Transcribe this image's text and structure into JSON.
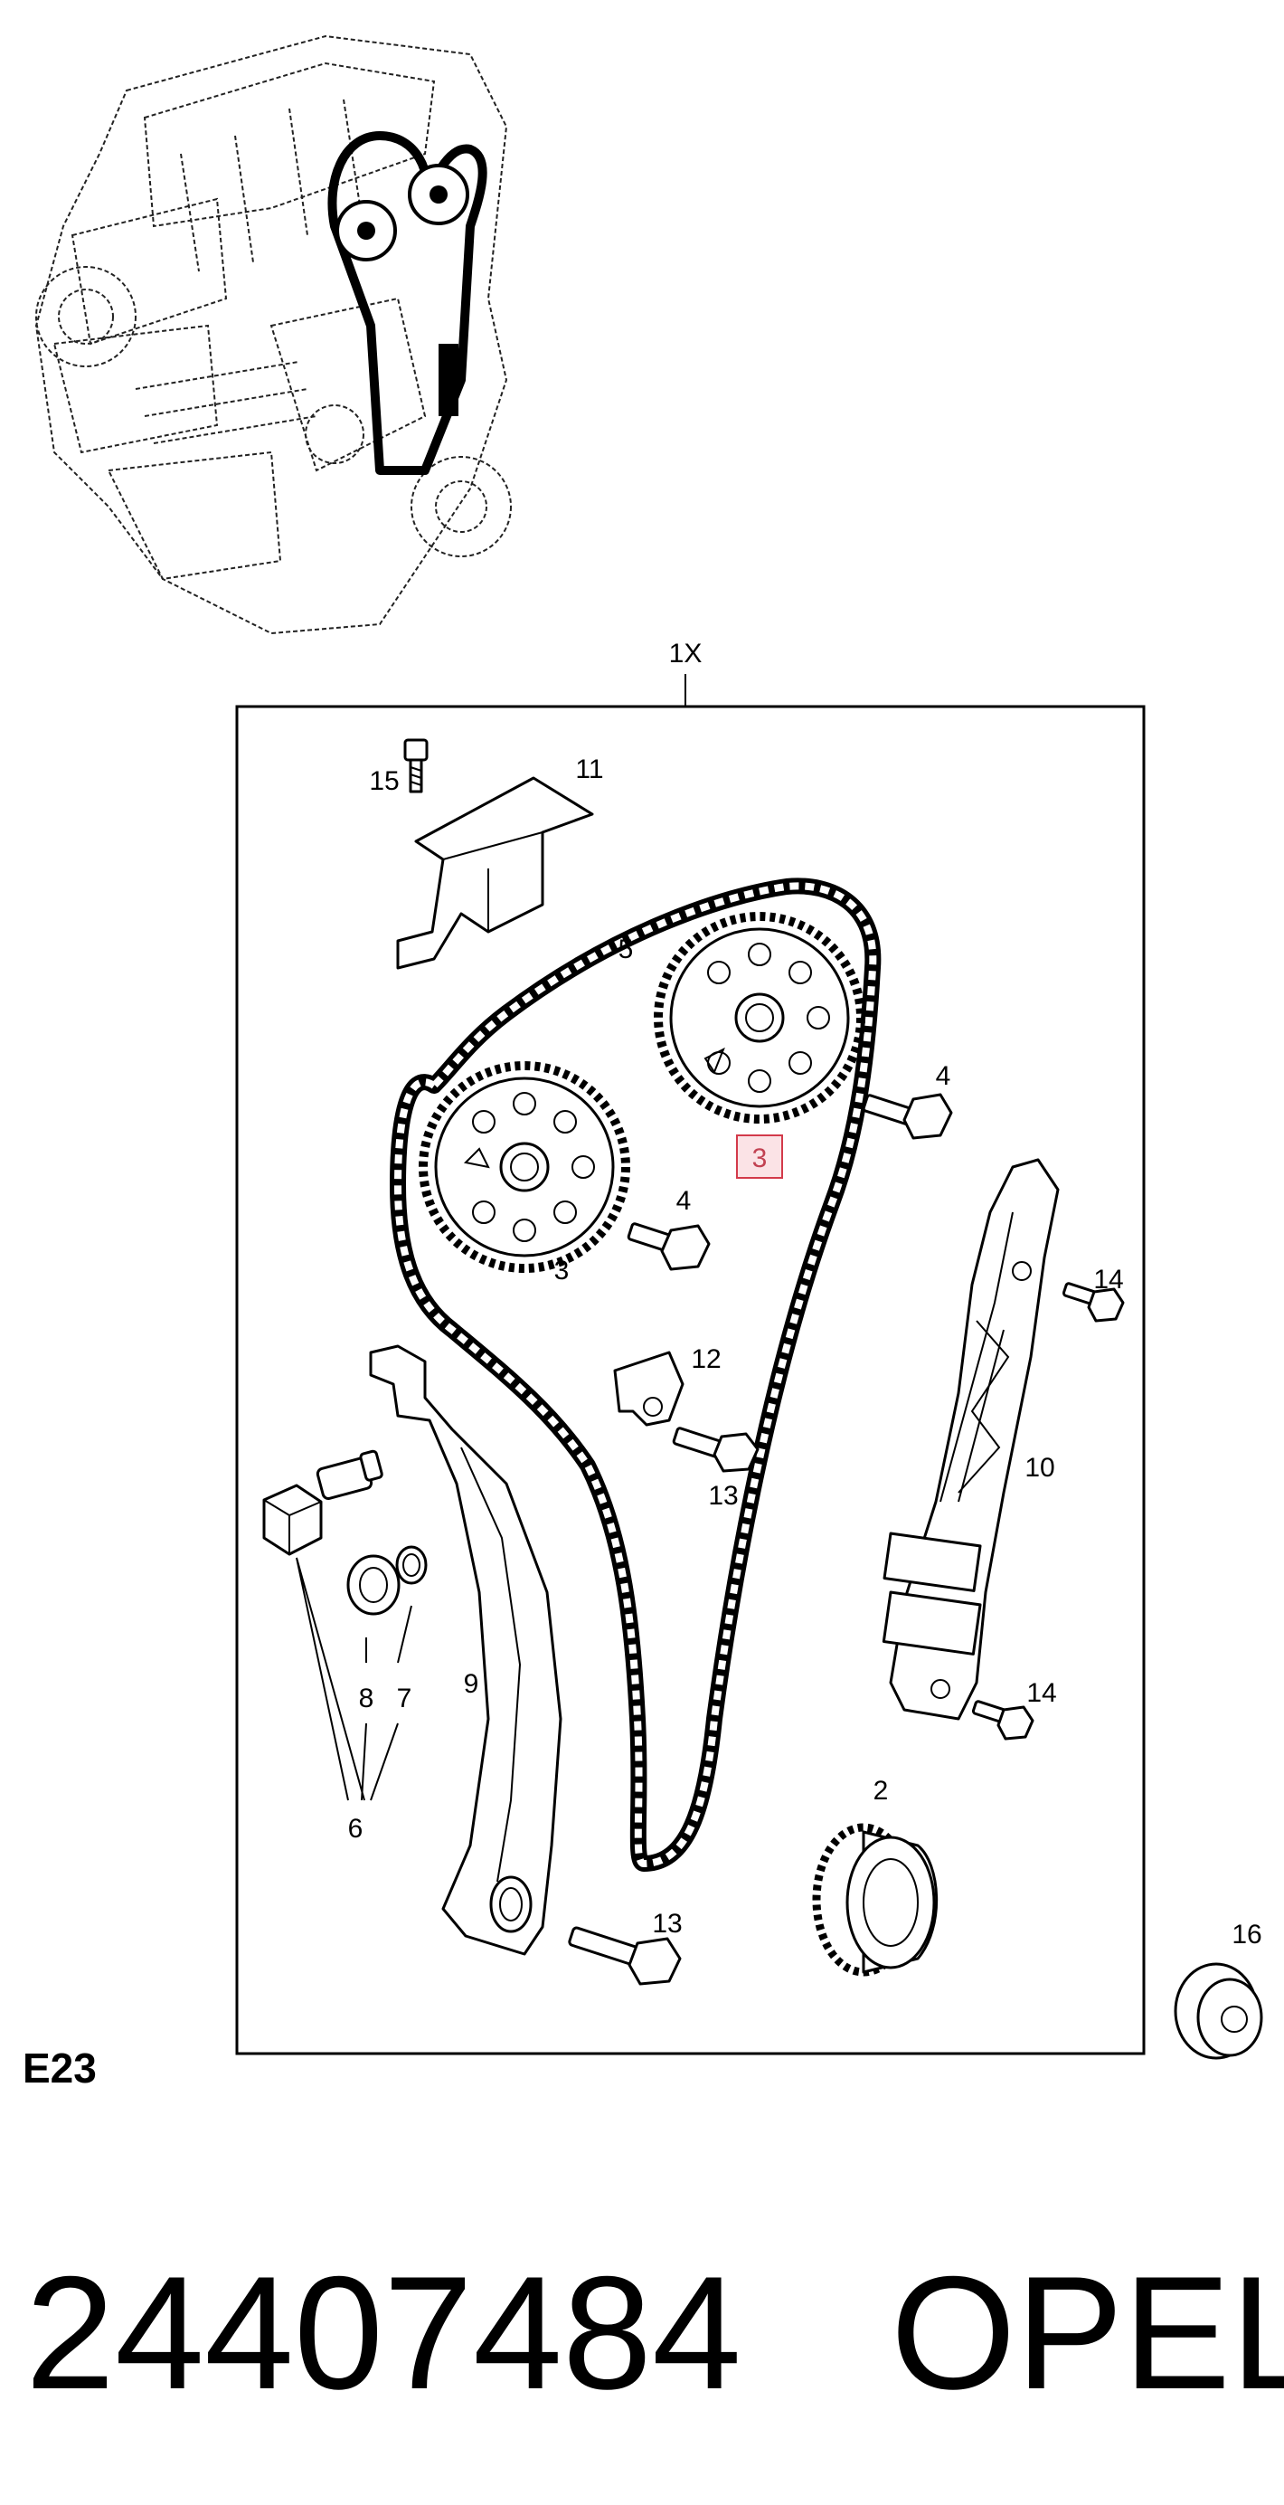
{
  "diagram": {
    "assembly_label": "1X",
    "section_code": "E23",
    "footer": {
      "part_number": "24407484",
      "brand": "OPEL"
    },
    "highlight_color": "#d33a4a",
    "callouts": {
      "c2": "2",
      "c3a": "3",
      "c3b": "3",
      "c4a": "4",
      "c4b": "4",
      "c5": "5",
      "c6": "6",
      "c7": "7",
      "c8": "8",
      "c9": "9",
      "c10": "10",
      "c11": "11",
      "c12": "12",
      "c13a": "13",
      "c13b": "13",
      "c14a": "14",
      "c14b": "14",
      "c15": "15",
      "c16": "16"
    }
  }
}
